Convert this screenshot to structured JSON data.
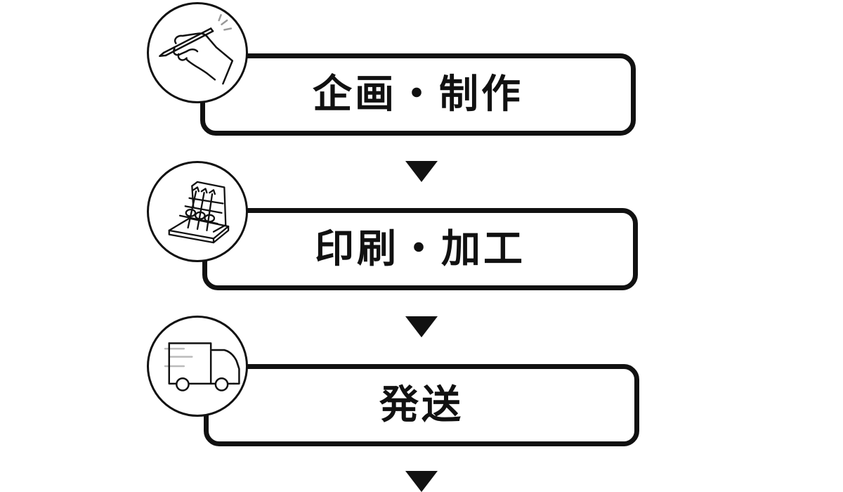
{
  "steps": [
    {
      "label": "企画・制作",
      "icon": "hand-writing-pencil-icon"
    },
    {
      "label": "印刷・加工",
      "icon": "display-stand-icon"
    },
    {
      "label": "発送",
      "icon": "delivery-truck-icon"
    }
  ],
  "colors": {
    "stroke": "#111111",
    "background": "#ffffff",
    "accent_gray": "#bbbbbb"
  }
}
